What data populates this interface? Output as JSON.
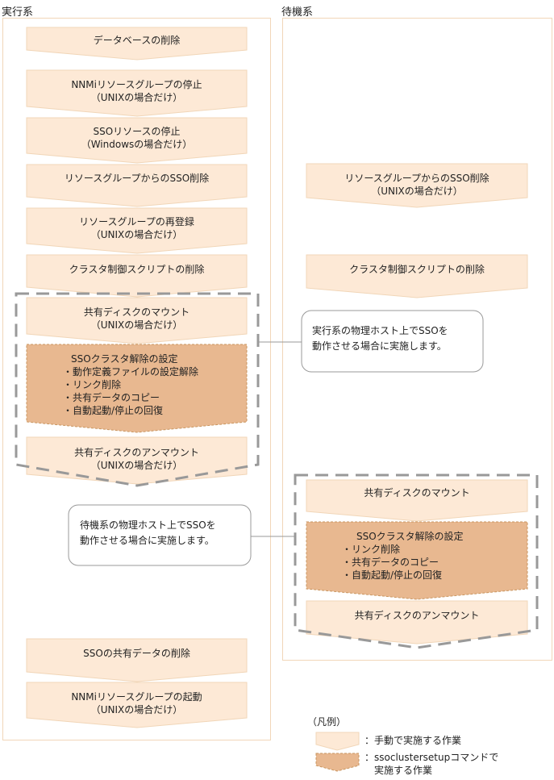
{
  "columns": {
    "active": "実行系",
    "standby": "待機系"
  },
  "active_steps": {
    "s1": [
      "データベースの削除"
    ],
    "s2": [
      "NNMiリソースグループの停止",
      "（UNIXの場合だけ）"
    ],
    "s3": [
      "SSOリソースの停止",
      "（Windowsの場合だけ）"
    ],
    "s4": [
      "リソースグループからのSSO削除"
    ],
    "s5": [
      "リソースグループの再登録",
      "（UNIXの場合だけ）"
    ],
    "s6": [
      "クラスタ制御スクリプトの削除"
    ],
    "s7": [
      "共有ディスクのマウント",
      "（UNIXの場合だけ）"
    ],
    "s8": [
      "SSOクラスタ解除の設定",
      "・動作定義ファイルの設定解除",
      "・リンク削除",
      "・共有データのコピー",
      "・自動起動/停止の回復"
    ],
    "s9": [
      "共有ディスクのアンマウント",
      "（UNIXの場合だけ）"
    ],
    "s10": [
      "SSOの共有データの削除"
    ],
    "s11": [
      "NNMiリソースグループの起動",
      "（UNIXの場合だけ）"
    ]
  },
  "standby_steps": {
    "t1": [
      "リソースグループからのSSO削除",
      "（UNIXの場合だけ）"
    ],
    "t2": [
      "クラスタ制御スクリプトの削除"
    ],
    "t3": [
      "共有ディスクのマウント"
    ],
    "t4": [
      "SSOクラスタ解除の設定",
      "・リンク削除",
      "・共有データのコピー",
      "・自動起動/停止の回復"
    ],
    "t5": [
      "共有ディスクのアンマウント"
    ]
  },
  "callouts": {
    "active_note": [
      "実行系の物理ホスト上でSSOを",
      "動作させる場合に実施します。"
    ],
    "standby_note": [
      "待機系の物理ホスト上でSSOを",
      "動作させる場合に実施します。"
    ]
  },
  "legend": {
    "title": "（凡例）",
    "manual": "：手動で実施する作業",
    "command": [
      "：ssoclustersetupコマンドで",
      "　実施する作業"
    ]
  },
  "colors": {
    "manual_fill": "#fde9d6",
    "command_fill": "#e8b890",
    "panel_border": "#f1d6b8",
    "dash": "#999999"
  }
}
